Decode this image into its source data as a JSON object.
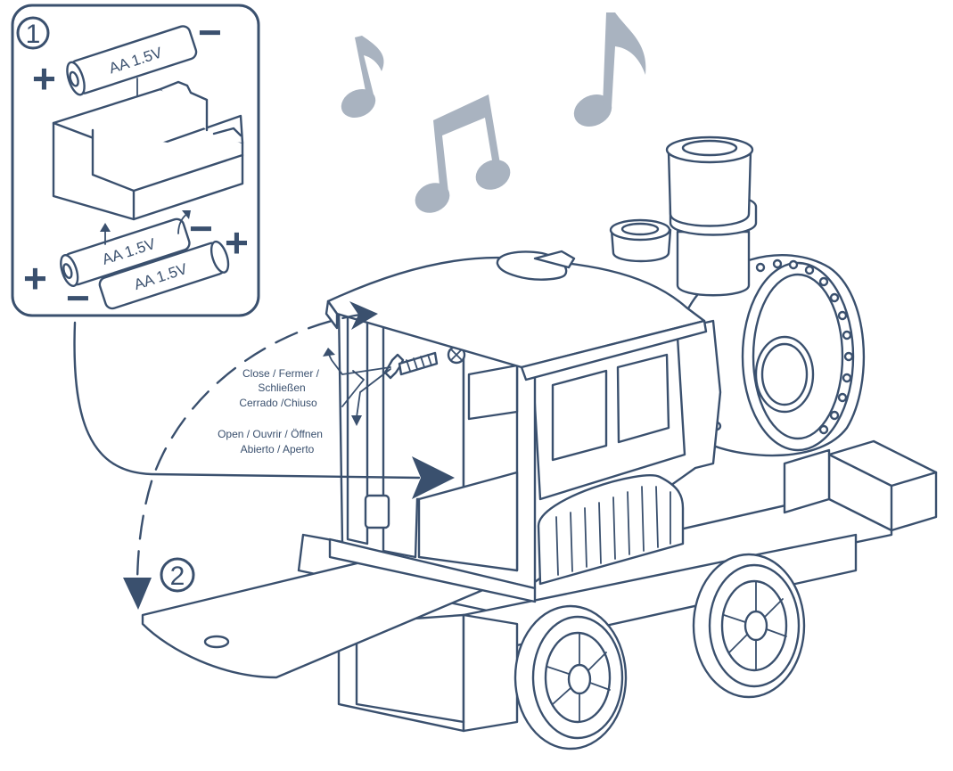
{
  "steps": {
    "step1": "1",
    "step2": "2"
  },
  "battery_label": "AA 1.5V",
  "polarity": {
    "plus": "+",
    "minus": "−"
  },
  "labels": {
    "close_line1": "Close / Fermer /",
    "close_line2": "Schließen",
    "close_line3": "Cerrado /Chiuso",
    "open_line1": "Open / Ouvrir / Öffnen",
    "open_line2": "Abierto / Aperto"
  },
  "colors": {
    "line": "#3a506e",
    "music_note": "#a9b3c0",
    "background": "#ffffff"
  }
}
